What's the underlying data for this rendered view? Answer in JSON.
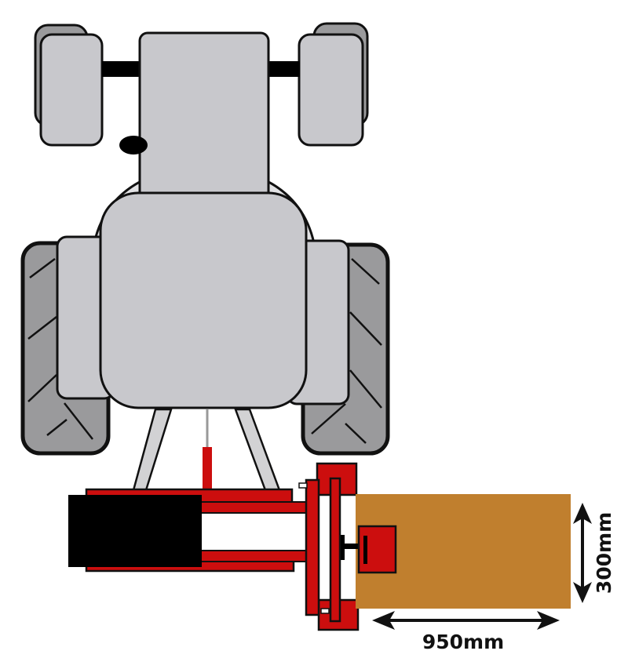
{
  "diagram": {
    "subject": "Tractor (top view) with rear-mounted offset implement",
    "colors": {
      "body": "#c8c8cc",
      "tyre": "#9a9a9c",
      "outline": "#111111",
      "implement": "#cc0e0e",
      "work_area": "#c07f2e",
      "counterweight": "#000000",
      "link_arm": "#d2d2d4"
    },
    "dimensions": {
      "width_label": "950mm",
      "depth_label": "300mm"
    }
  }
}
